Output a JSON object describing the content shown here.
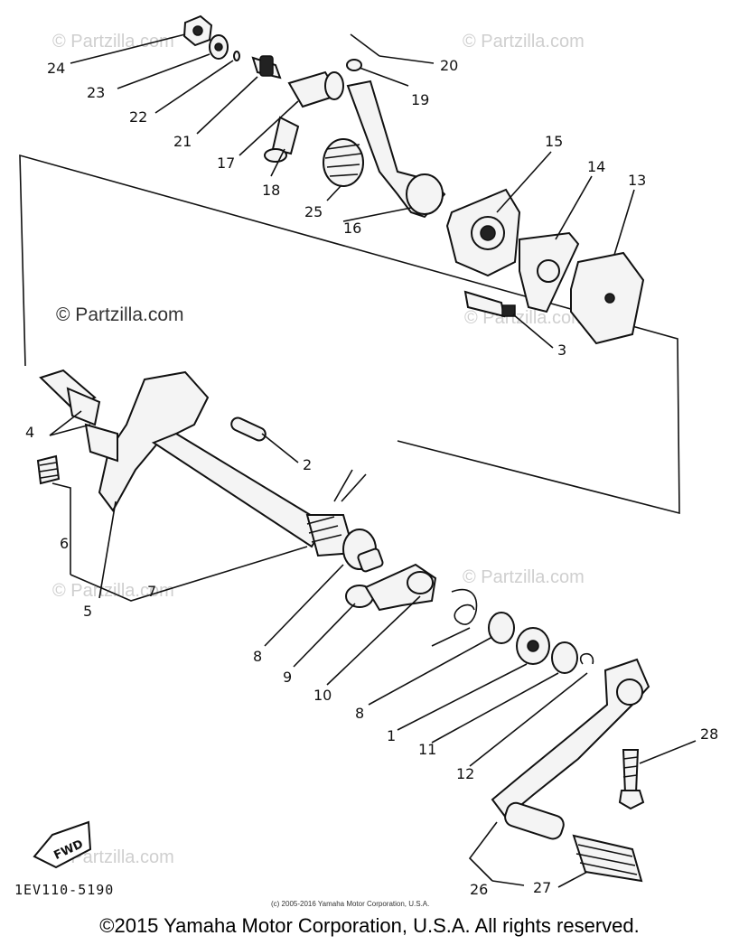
{
  "watermarks": [
    "© Partzilla.com",
    "© Partzilla.com",
    "© Partzilla.com",
    "© Partzilla.com",
    "© Partzilla.com",
    "© Partzilla.com",
    "© Partzilla.com"
  ],
  "callouts": {
    "c1": "1",
    "c2": "2",
    "c3": "3",
    "c4": "4",
    "c5": "5",
    "c6": "6",
    "c7": "7",
    "c8a": "8",
    "c8b": "8",
    "c9": "9",
    "c10": "10",
    "c11": "11",
    "c12": "12",
    "c13": "13",
    "c14": "14",
    "c15": "15",
    "c16": "16",
    "c17": "17",
    "c18": "18",
    "c19": "19",
    "c20": "20",
    "c21": "21",
    "c22": "22",
    "c23": "23",
    "c24": "24",
    "c25": "25",
    "c26": "26",
    "c27": "27",
    "c28": "28"
  },
  "fwd_label": "FWD",
  "diagram_code": "1EV110-5190",
  "fine_print": "(c) 2005-2016 Yamaha Motor Corporation, U.S.A.",
  "copyright": "©2015 Yamaha Motor Corporation, U.S.A. All rights reserved."
}
